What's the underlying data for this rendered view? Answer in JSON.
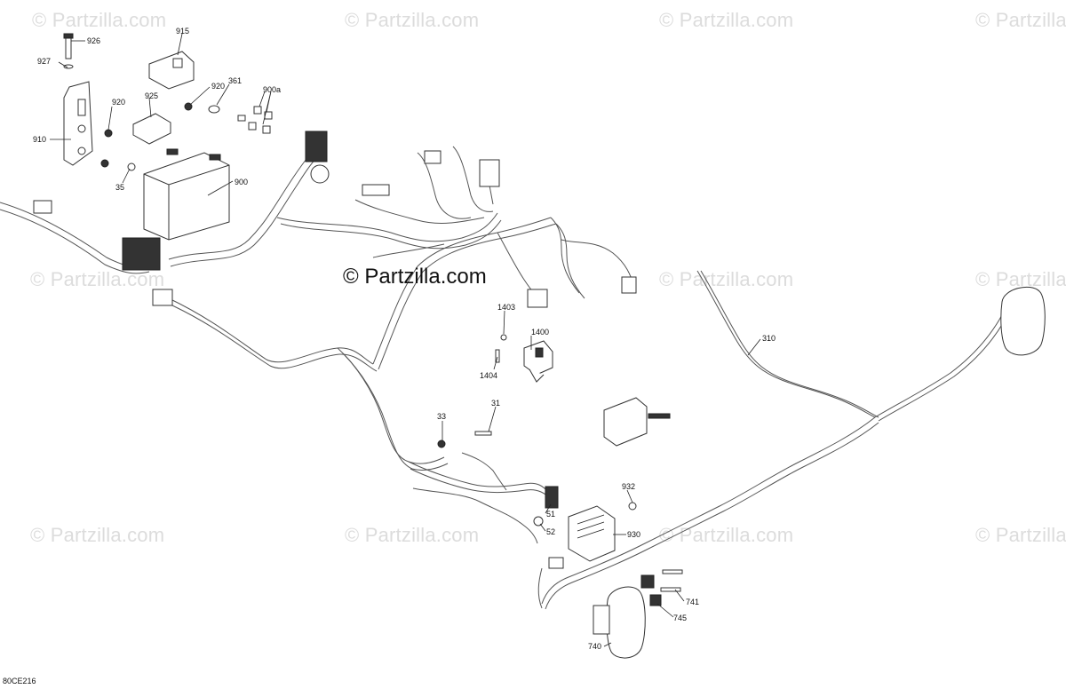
{
  "watermark_text": "© Partzilla.com",
  "diagram_code": "80CE216",
  "callouts": [
    "926",
    "927",
    "915",
    "920",
    "925",
    "361",
    "900a",
    "910",
    "920",
    "35",
    "900",
    "1403",
    "1400",
    "1404",
    "33",
    "31",
    "310",
    "932",
    "51",
    "52",
    "930",
    "741",
    "745",
    "740"
  ]
}
